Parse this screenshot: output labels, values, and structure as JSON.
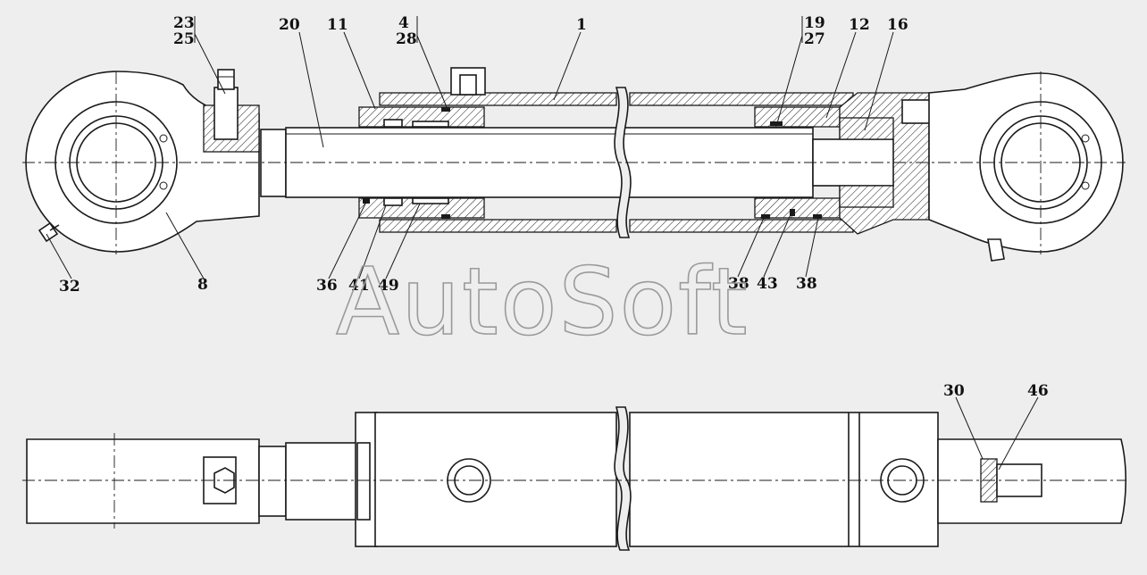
{
  "watermark": "AutoSoft",
  "callouts": {
    "c23": "23",
    "c25": "25",
    "c20": "20",
    "c11": "11",
    "c4": "4",
    "c28": "28",
    "c1": "1",
    "c19": "19",
    "c27": "27",
    "c12": "12",
    "c16": "16",
    "c32": "32",
    "c8": "8",
    "c36": "36",
    "c41": "41",
    "c49": "49",
    "c38a": "38",
    "c43": "43",
    "c38b": "38",
    "c30": "30",
    "c46": "46"
  }
}
